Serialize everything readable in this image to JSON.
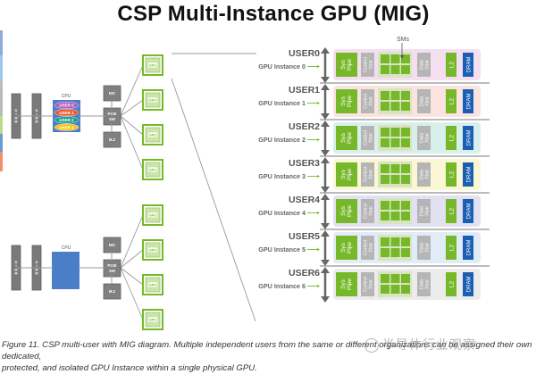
{
  "title": "CSP Multi-Instance GPU (MIG)",
  "host_a": {
    "dimm_label": "DIMM",
    "cpu_label": "CPU",
    "cpu_users": [
      {
        "label": "USER 0",
        "color": "#b05cc0"
      },
      {
        "label": "USER 1",
        "color": "#f05a28"
      },
      {
        "label": "USER 2",
        "color": "#1fa08a"
      },
      {
        "label": "USER 3",
        "color": "#f5c518"
      }
    ],
    "nic_label": "NIC",
    "pcie_label_1": "PCIE",
    "pcie_label_2": "SW",
    "m2_label": "M.2",
    "gpu_label": "GPU"
  },
  "host_b": {
    "dimm_label": "DIMM",
    "cpu_label": "CPU",
    "nic_label": "NIC",
    "pcie_label_1": "PCIE",
    "pcie_label_2": "SW",
    "m2_label": "M.2",
    "gpu_label": "GPU"
  },
  "sms_label": "SMs",
  "instances": [
    {
      "user": "USER0",
      "name": "GPU Instance 0",
      "bg": "#f3dff0"
    },
    {
      "user": "USER1",
      "name": "GPU Instance 1",
      "bg": "#fbe3e0"
    },
    {
      "user": "USER2",
      "name": "GPU Instance 2",
      "bg": "#d8efec"
    },
    {
      "user": "USER3",
      "name": "GPU Instance 3",
      "bg": "#fbf6d4"
    },
    {
      "user": "USER4",
      "name": "GPU Instance 4",
      "bg": "#e2e1f1"
    },
    {
      "user": "USER5",
      "name": "GPU Instance 5",
      "bg": "#e1ecf6"
    },
    {
      "user": "USER6",
      "name": "GPU Instance 6",
      "bg": "#ececec"
    }
  ],
  "slice_blocks": {
    "sys_pipe": [
      "Sys",
      "Pipe"
    ],
    "control_xbar": [
      "Control",
      "Xbar"
    ],
    "data_xbar": [
      "Data",
      "Xbar"
    ],
    "l2": "L2",
    "dram": "DRAM"
  },
  "colors": {
    "nvidia_green": "#76b82a",
    "gray_block": "#8a8a8a",
    "xbar_gray": "#b5b5b5",
    "dram_blue": "#1a5fb4",
    "cpu_blue": "#4a7fc8"
  },
  "caption_line1": "Figure 11. CSP multi-user with MIG diagram. Multiple independent users from the same or different organizations can be assigned their own dedicated,",
  "caption_line2": "protected, and isolated GPU Instance within a single physical GPU.",
  "watermark": "半导体行业观察"
}
